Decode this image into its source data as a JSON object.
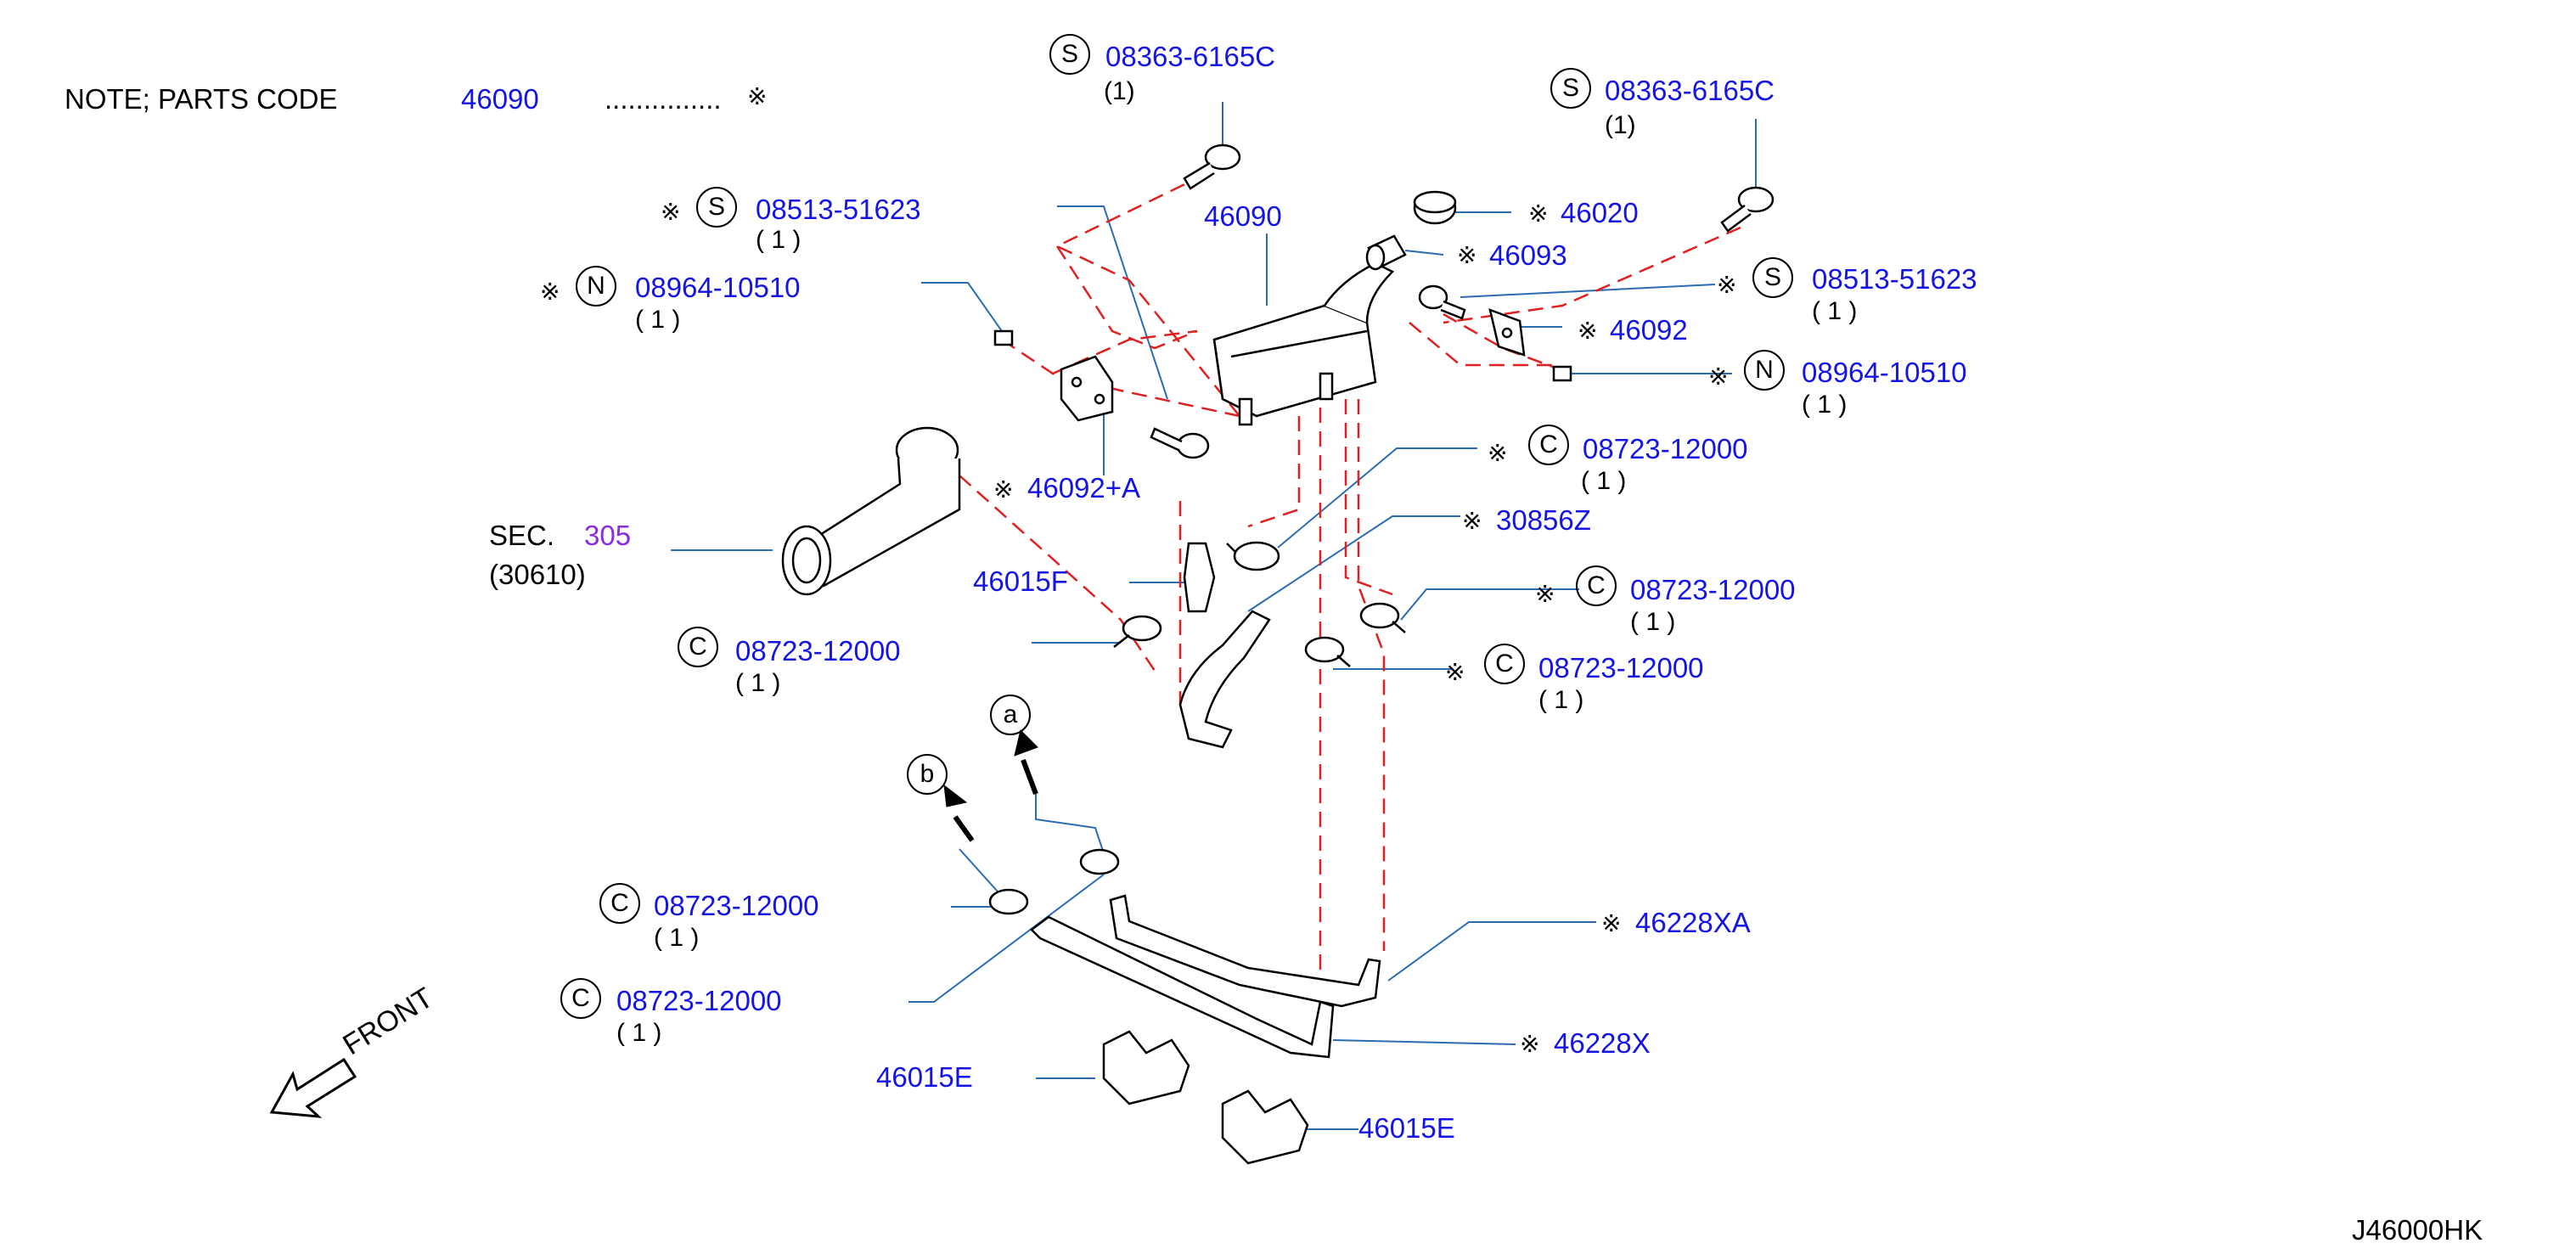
{
  "note": {
    "prefix": "NOTE;   PARTS   CODE",
    "code": "46090",
    "dots": "...............",
    "mark": "※"
  },
  "symbols": {
    "asterisk": "※",
    "S": "S",
    "N": "N",
    "C": "C",
    "a": "a",
    "b": "b"
  },
  "parts": {
    "bolt_top_center": {
      "code": "08363-6165C",
      "qty": "(1)"
    },
    "bolt_top_right": {
      "code": "08363-6165C",
      "qty": "(1)"
    },
    "screw_left": {
      "code": "08513-51623",
      "qty": "( 1 )"
    },
    "nut_left": {
      "code": "08964-10510",
      "qty": "( 1 )"
    },
    "tank": {
      "code": "46090"
    },
    "cap": {
      "code": "46020"
    },
    "filter": {
      "code": "46093"
    },
    "screw_right": {
      "code": "08513-51623",
      "qty": "( 1 )"
    },
    "bracket_right": {
      "code": "46092"
    },
    "nut_right": {
      "code": "08964-10510",
      "qty": "( 1 )"
    },
    "bracket_left": {
      "code": "46092+A"
    },
    "clamp_1": {
      "code": "08723-12000",
      "qty": "( 1 )"
    },
    "hose_30856": {
      "code": "30856Z"
    },
    "clamp_2": {
      "code": "08723-12000",
      "qty": "( 1 )"
    },
    "clamp_3": {
      "code": "08723-12000",
      "qty": "( 1 )"
    },
    "clip_46015f": {
      "code": "46015F"
    },
    "clamp_left": {
      "code": "08723-12000",
      "qty": "( 1 )"
    },
    "clamp_lower_1": {
      "code": "08723-12000",
      "qty": "( 1 )"
    },
    "clamp_lower_2": {
      "code": "08723-12000",
      "qty": "( 1 )"
    },
    "pipe_xa": {
      "code": "46228XA"
    },
    "pipe_x": {
      "code": "46228X"
    },
    "clip_e_left": {
      "code": "46015E"
    },
    "clip_e_right": {
      "code": "46015E"
    }
  },
  "sec": {
    "label": "SEC.",
    "number": "305",
    "sub": "(30610)"
  },
  "front_label": "FRONT",
  "diagram_id": "J46000HK",
  "colors": {
    "part_code": "#1414e6",
    "section_ref": "#8a2be2",
    "phantom_line": "#e02020",
    "leader": "#2b6cb0"
  }
}
